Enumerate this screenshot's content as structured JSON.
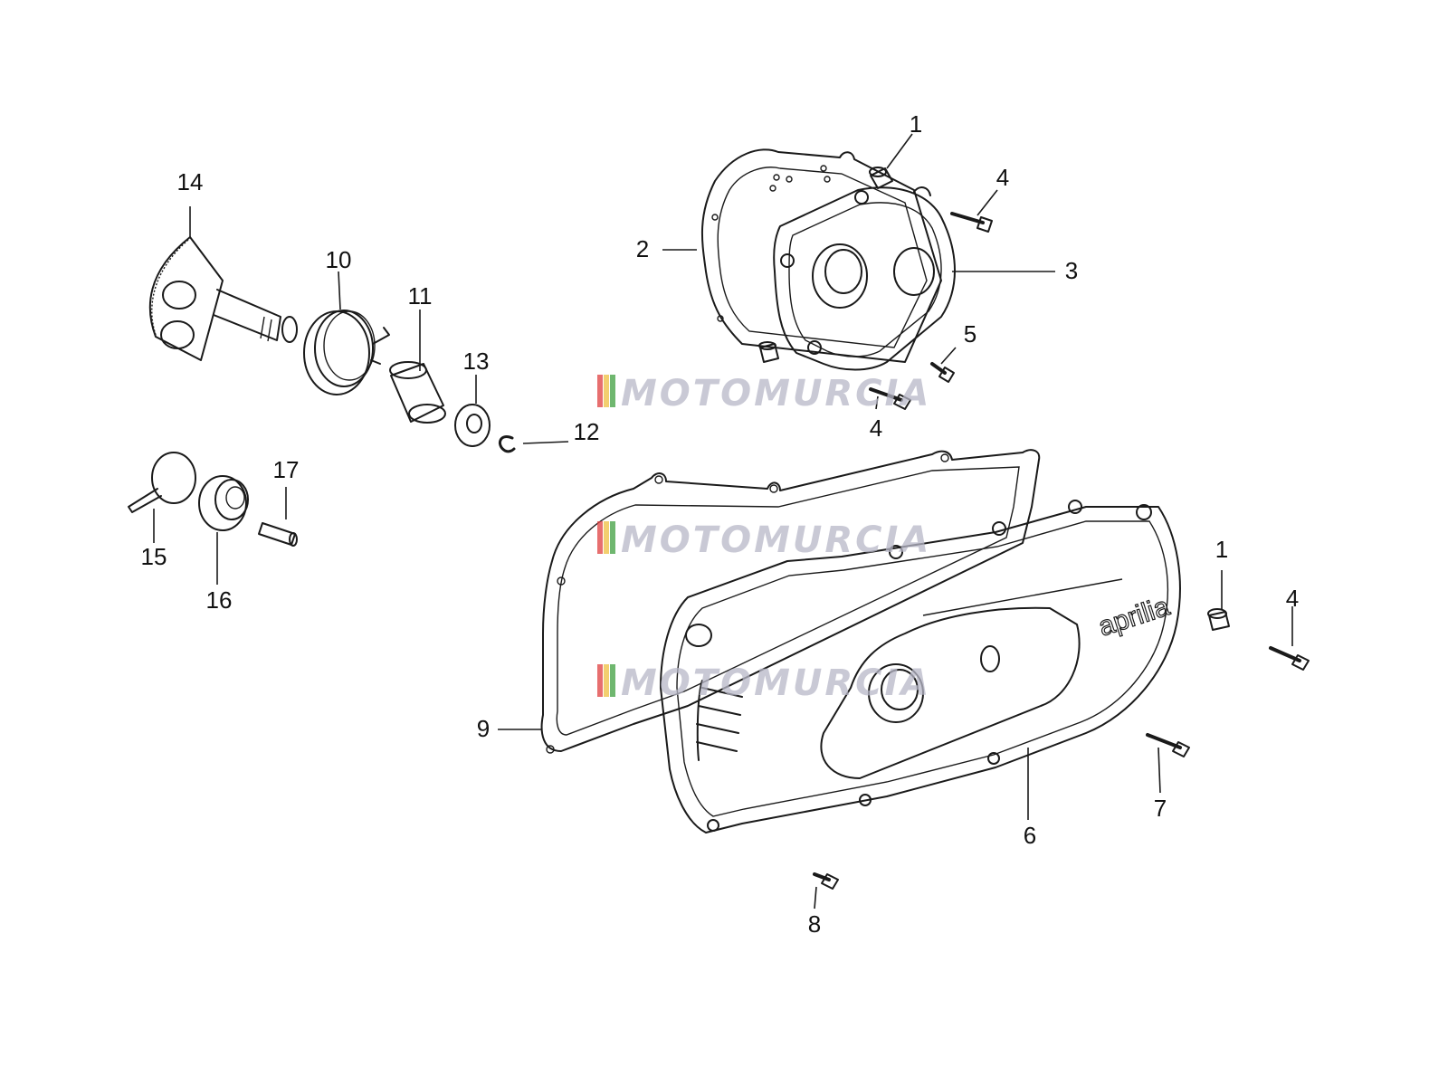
{
  "brand": "aprilia",
  "watermark": {
    "text": "MOTOMURCIA",
    "color": "#b8b8c8",
    "stripe_colors": [
      "#e04040",
      "#f0c040",
      "#40a040"
    ]
  },
  "callouts": [
    {
      "id": "c1a",
      "label": "1"
    },
    {
      "id": "c2",
      "label": "2"
    },
    {
      "id": "c3",
      "label": "3"
    },
    {
      "id": "c4a",
      "label": "4"
    },
    {
      "id": "c5",
      "label": "5"
    },
    {
      "id": "c4b",
      "label": "4"
    },
    {
      "id": "c14",
      "label": "14"
    },
    {
      "id": "c10",
      "label": "10"
    },
    {
      "id": "c11",
      "label": "11"
    },
    {
      "id": "c13",
      "label": "13"
    },
    {
      "id": "c12",
      "label": "12"
    },
    {
      "id": "c17",
      "label": "17"
    },
    {
      "id": "c15",
      "label": "15"
    },
    {
      "id": "c16",
      "label": "16"
    },
    {
      "id": "c1b",
      "label": "1"
    },
    {
      "id": "c4c",
      "label": "4"
    },
    {
      "id": "c9",
      "label": "9"
    },
    {
      "id": "c7",
      "label": "7"
    },
    {
      "id": "c6",
      "label": "6"
    },
    {
      "id": "c8",
      "label": "8"
    }
  ]
}
